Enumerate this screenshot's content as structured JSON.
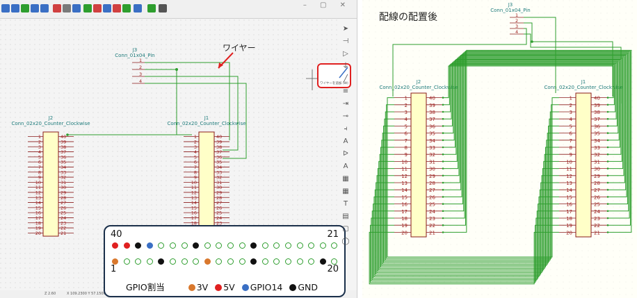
{
  "annotation_wire": "ワイヤー",
  "wire_tooltip": "ワイヤーを追加 (W)",
  "after_title": "配線の配置後",
  "status": {
    "zoom": "Z 2.60",
    "coords": "X 109.2300 Y 57.1500"
  },
  "j3": {
    "ref": "J3",
    "value": "Conn_01x04_Pin",
    "pins": [
      "1",
      "2",
      "3",
      "4"
    ]
  },
  "j2": {
    "ref": "J2",
    "value": "Conn_02x20_Counter_Clockwise"
  },
  "j1": {
    "ref": "J1",
    "value": "Conn_02x20_Counter_Clockwise"
  },
  "pins_left": [
    "1",
    "2",
    "3",
    "4",
    "5",
    "6",
    "7",
    "8",
    "9",
    "10",
    "11",
    "12",
    "13",
    "14",
    "15",
    "16",
    "17",
    "18",
    "19",
    "20"
  ],
  "pins_right": [
    "40",
    "39",
    "38",
    "37",
    "36",
    "35",
    "34",
    "33",
    "32",
    "31",
    "30",
    "29",
    "28",
    "27",
    "26",
    "25",
    "24",
    "23",
    "22",
    "21"
  ],
  "gpio": {
    "top_left": "40",
    "top_right": "21",
    "bottom_left": "1",
    "bottom_right": "20",
    "legend_title": "GPIO割当",
    "legend": [
      {
        "label": "3V",
        "color": "#d9782d"
      },
      {
        "label": "5V",
        "color": "#e02020"
      },
      {
        "label": "GPIO14",
        "color": "#3a6fc4"
      },
      {
        "label": "GND",
        "color": "#111111"
      }
    ],
    "top_row": [
      "5V",
      "5V",
      "GND",
      "GPIO14",
      "",
      "",
      "",
      "GND",
      "",
      "",
      "",
      "",
      "GND",
      "",
      "",
      "",
      "",
      "",
      "",
      ""
    ],
    "bottom_row": [
      "3V",
      "",
      "",
      "",
      "GND",
      "",
      "",
      "",
      "3V",
      "",
      "",
      "",
      "GND",
      "",
      "",
      "",
      "",
      "",
      "GND",
      ""
    ]
  },
  "colors": {
    "wire": "#2e9e2e",
    "symbol_outline": "#8a1a1a",
    "symbol_fill": "#ffffc8",
    "pin_text": "#a02020",
    "label_text": "#1e7b7b"
  }
}
